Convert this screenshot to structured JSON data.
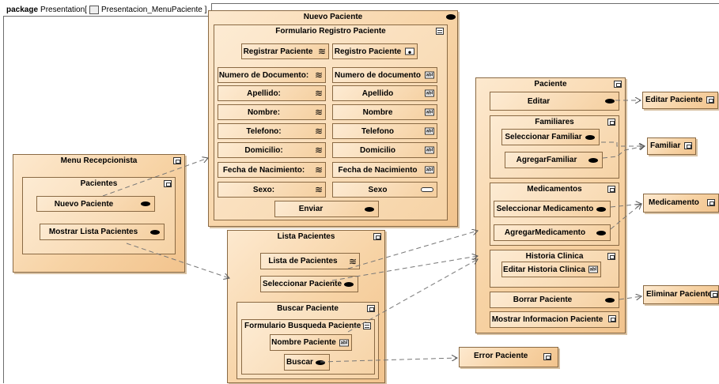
{
  "package": {
    "keyword": "package",
    "name": "Presentation[",
    "diagram": "Presentacion_MenuPaciente ]"
  },
  "nuevo": {
    "title": "Nuevo Paciente",
    "form_title": "Formulario Registro Paciente",
    "registrar": "Registrar Paciente",
    "registro": "Registro Paciente",
    "labels": [
      "Numero de Documento:",
      "Apellido:",
      "Nombre:",
      "Telefono:",
      "Domicilio:",
      "Fecha de Nacimiento:",
      "Sexo:"
    ],
    "fields": [
      "Numero de documento",
      "Apellido",
      "Nombre",
      "Telefono",
      "Domicilio",
      "Fecha de Nacimiento",
      "Sexo"
    ],
    "enviar": "Enviar"
  },
  "menu": {
    "title": "Menu Recepcionista",
    "group": "Pacientes",
    "nuevo": "Nuevo Paciente",
    "lista": "Mostrar Lista Pacientes"
  },
  "lista": {
    "title": "Lista Pacientes",
    "lista_pacientes": "Lista de Pacientes",
    "seleccionar": "Seleccionar Paciente",
    "buscar_title": "Buscar Paciente",
    "form_title": "Formulario Busqueda Paciente",
    "nombre": "Nombre Paciente",
    "buscar": "Buscar"
  },
  "paciente": {
    "title": "Paciente",
    "editar": "Editar",
    "familiares": "Familiares",
    "sel_familiar": "Seleccionar Familiar",
    "agregar_familiar": "AgregarFamiliar",
    "medicamentos": "Medicamentos",
    "sel_medicamento": "Seleccionar Medicamento",
    "agregar_medicamento": "AgregarMedicamento",
    "historia": "Historia Clinica",
    "editar_historia": "Editar Historia Clinica",
    "borrar": "Borrar Paciente",
    "mostrar_info": "Mostrar Informacion Paciente"
  },
  "targets": {
    "editar": "Editar Paciente",
    "familiar": "Familiar",
    "medicamento": "Medicamento",
    "eliminar": "Eliminar Paciente",
    "error": "Error Paciente"
  },
  "glyphs": {
    "ab": "abl"
  }
}
